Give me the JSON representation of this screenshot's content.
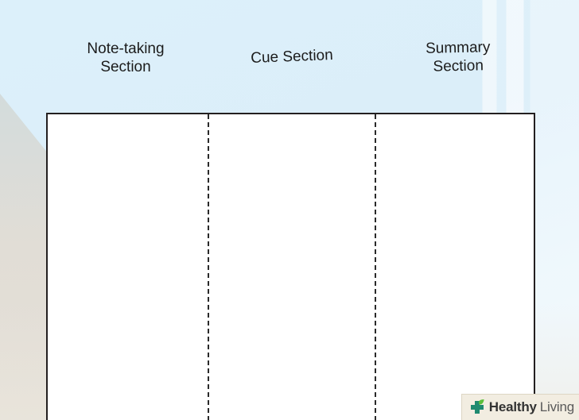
{
  "diagram": {
    "title_labels": {
      "note_taking": "Note-taking\nSection",
      "cue": "Cue Section",
      "summary": "Summary\nSection"
    },
    "page": {
      "border_color": "#231f20",
      "fill_color": "#ffffff",
      "divider_style": "dashed",
      "divider_count": 2
    }
  },
  "background": {
    "primary_color": "#dbeef9",
    "wedge_top_color": "#ccd7dd",
    "wedge_bottom_color": "#e4dfd7"
  },
  "watermark": {
    "icon": "green-medical-cross-icon",
    "brand_bold": "Healthy",
    "brand_light": "Living",
    "cross_color": "#1f8a70",
    "leaf_color": "#5bbf3a",
    "background_color": "#f2ede1"
  }
}
